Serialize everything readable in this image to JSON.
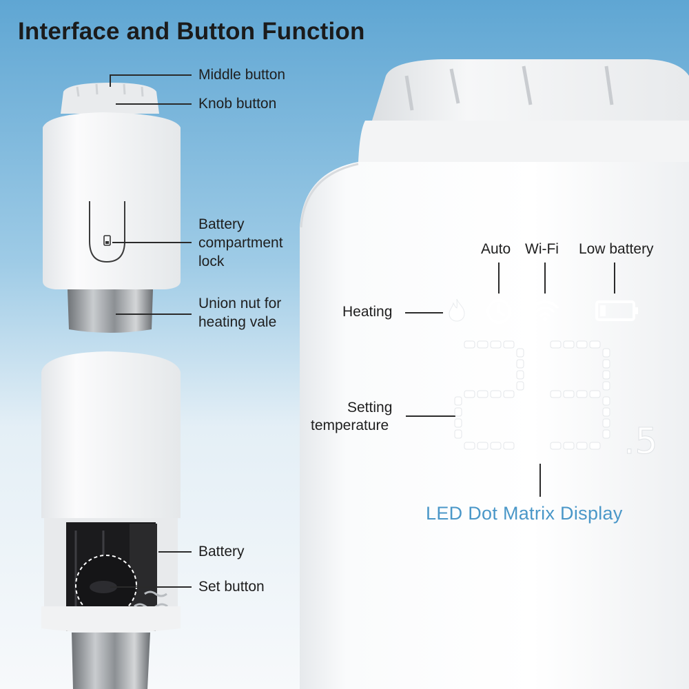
{
  "title": "Interface and Button Function",
  "labels": {
    "middle_button": "Middle button",
    "knob_button": "Knob button",
    "battery_lock_1": "Battery",
    "battery_lock_2": "compartment",
    "battery_lock_3": "lock",
    "union_nut_1": "Union nut for",
    "union_nut_2": "heating vale",
    "battery": "Battery",
    "set_button": "Set button",
    "auto": "Auto",
    "wifi": "Wi-Fi",
    "low_battery": "Low battery",
    "heating": "Heating",
    "setting_temp_1": "Setting",
    "setting_temp_2": "temperature"
  },
  "display": {
    "digits": "23",
    "decimal": ".5",
    "caption": "LED Dot Matrix Display"
  },
  "icons": [
    "flame-icon",
    "clock-icon",
    "wifi-icon",
    "battery-icon"
  ],
  "colors": {
    "accent": "#4a97c8",
    "led": "#ffffff"
  }
}
